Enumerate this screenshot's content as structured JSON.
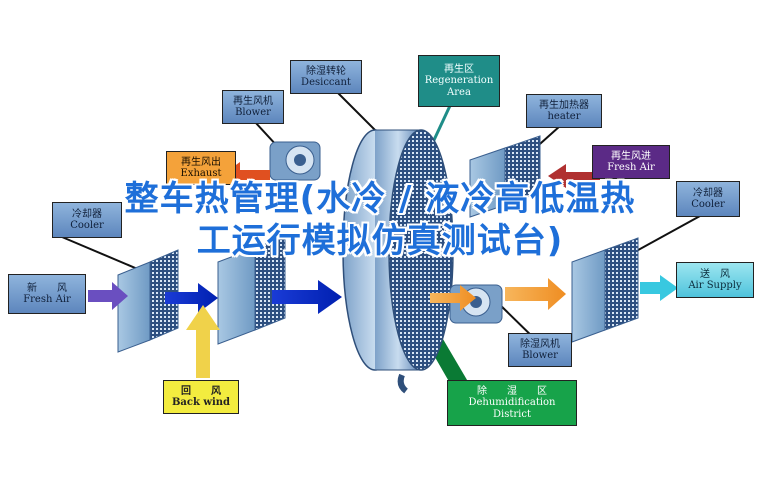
{
  "labels": {
    "fresh_air_left": {
      "cn": "新　　风",
      "en": "Fresh Air"
    },
    "cooler_left": {
      "cn": "冷却器",
      "en": "Cooler"
    },
    "exhaust": {
      "cn": "再生风出",
      "en": "Exhaust"
    },
    "blower_top": {
      "cn": "再生风机",
      "en": "Blower"
    },
    "desiccant": {
      "cn": "除湿转轮",
      "en": "Desiccant"
    },
    "regeneration_area": {
      "cn": "再生区",
      "en": "Regeneration Area"
    },
    "heater": {
      "cn": "再生加热器",
      "en": "heater"
    },
    "fresh_air_in": {
      "cn": "再生风进",
      "en": "Fresh Air"
    },
    "cooler_right": {
      "cn": "冷却器",
      "en": "Cooler"
    },
    "supply": {
      "cn": "送　风",
      "en": "Air Supply"
    },
    "blower_bottom": {
      "cn": "除湿风机",
      "en": "Blower"
    },
    "back_wind": {
      "cn": "回　　风",
      "en": "Back wind"
    },
    "dehumid_district": {
      "cn": "除　　湿　　区",
      "en1": "Dehumidification",
      "en2": "District"
    }
  },
  "overlay_title": "整车热管理(水冷 / 液冷高低温热工运行模拟仿真测试台)",
  "colors": {
    "label_blue": "#6d93c6",
    "regen_teal": "#1f8d88",
    "exhaust_orange": "#f4a23a",
    "fresh_purple": "#5b2a86",
    "back_yellow": "#f3ec3f",
    "dehumid_green": "#17a34a",
    "supply_cyan": "#4fc3dc",
    "title_blue": "#1e6fd9"
  }
}
